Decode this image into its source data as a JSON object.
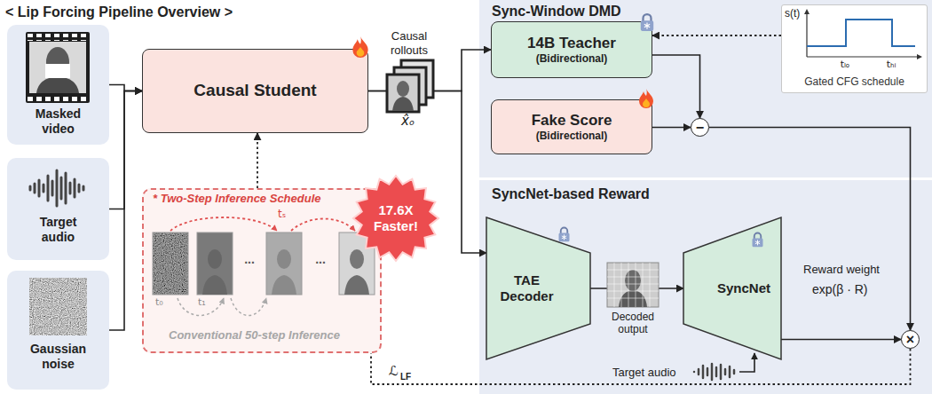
{
  "diagram": {
    "title": "< Lip Forcing Pipeline Overview >",
    "nodes": [
      {
        "text": [
          "Masked video"
        ]
      },
      {
        "text": [
          "Target audio"
        ]
      },
      {
        "text": [
          "Gaussian noise"
        ]
      },
      {
        "text": [
          "Causal Student"
        ]
      },
      {
        "text": [
          "* Two-Step Inference Schedule",
          "Conventional 50-step Inference"
        ]
      },
      {
        "text": [
          "17.6X Faster!"
        ]
      },
      {
        "text": [
          "Sync-Window DMD"
        ]
      },
      {
        "text": [
          "14B Teacher",
          "(Bidirectional)"
        ],
        "in": 6
      },
      {
        "text": [
          "Fake Score",
          "(Bidirectional)"
        ],
        "in": 6
      },
      {
        "text": [
          "Gated CFG schedule"
        ],
        "in": 6
      },
      {
        "text": [
          "−"
        ],
        "in": 6
      },
      {
        "text": [
          "SyncNet-based Reward"
        ]
      },
      {
        "text": [
          "TAE Decoder"
        ],
        "in": 11
      },
      {
        "text": [
          "SyncNet"
        ],
        "in": 11
      },
      {
        "text": [
          "×"
        ],
        "in": 11
      }
    ],
    "edges": [
      {
        "from": 0,
        "to": 3,
        "arrow": "to"
      },
      {
        "from": 1,
        "to": 3,
        "arrow": "to"
      },
      {
        "from": 2,
        "to": 3,
        "arrow": "to"
      },
      {
        "from": 3,
        "to": 7,
        "arrow": "to"
      },
      {
        "from": 3,
        "to": 12,
        "arrow": "to"
      },
      {
        "from": 9,
        "to": 7,
        "arrow": "to"
      },
      {
        "from": 7,
        "to": 10,
        "arrow": "to"
      },
      {
        "from": 8,
        "to": 10,
        "arrow": "to"
      },
      {
        "from": 10,
        "to": 14,
        "arrow": "to"
      },
      {
        "from": 12,
        "to": 13,
        "arrow": "to"
      },
      {
        "from": 13,
        "to": 14,
        "arrow": "to"
      },
      {
        "from": 14,
        "to": 4,
        "arrow": "none"
      },
      {
        "from": 4,
        "to": 3,
        "arrow": "to"
      }
    ],
    "labels": [
      "Causal rollouts",
      "x̂ₒ",
      "tₛ",
      "...",
      "...",
      "t₀",
      "t₁",
      "s(t)",
      "tₗₒ",
      "tₕᵢ",
      "Decoded output",
      "Target audio",
      "Reward weight",
      "exp(β · R)",
      "ℒ",
      "LF"
    ]
  }
}
